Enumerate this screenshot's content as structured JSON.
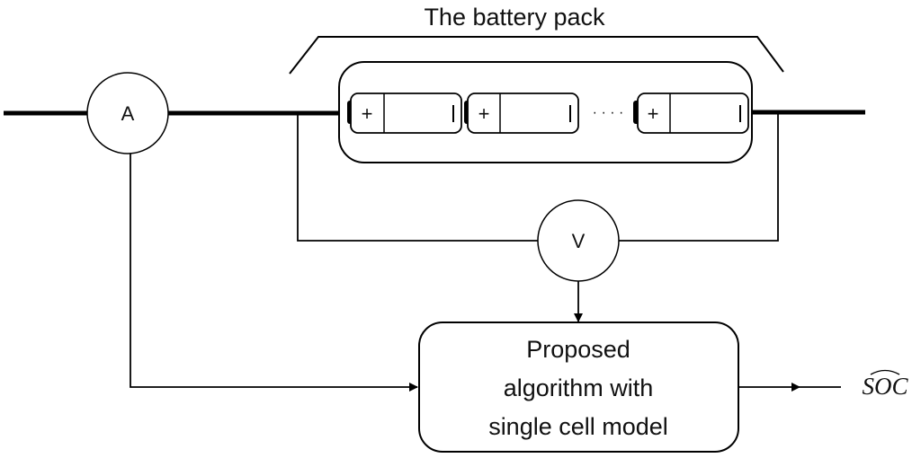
{
  "title": "The battery pack",
  "ammeter": {
    "label": "A"
  },
  "voltmeter": {
    "label": "V"
  },
  "algorithm_box": {
    "lines": [
      "Proposed",
      "algorithm  with",
      "single cell model"
    ]
  },
  "output": {
    "label": "SOC",
    "hat": "^"
  },
  "cells": [
    {
      "plus": "+",
      "minus": "|"
    },
    {
      "plus": "+",
      "minus": "|"
    },
    {
      "plus": "+",
      "minus": "|"
    }
  ],
  "ellipsis": "· · · ·",
  "colors": {
    "stroke": "#000000",
    "background": "#ffffff"
  }
}
